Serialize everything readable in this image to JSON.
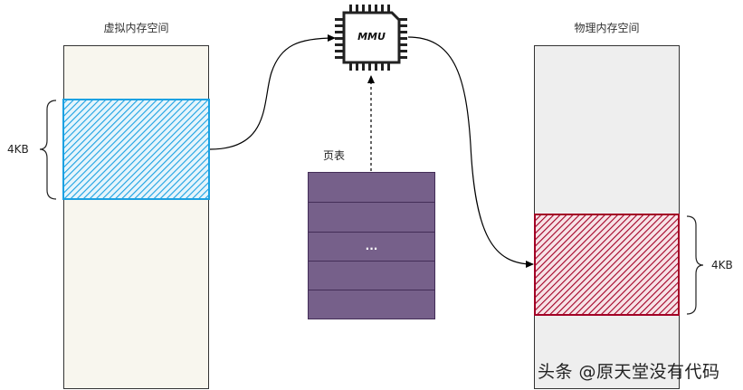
{
  "diagram": {
    "virtual_memory": {
      "title": "虚拟内存空间",
      "page_size_label": "4KB",
      "fill_color": "#f8f6ee",
      "page_color": "#1ba1e2"
    },
    "physical_memory": {
      "title": "物理内存空间",
      "page_size_label": "4KB",
      "fill_color": "#eeeeee",
      "page_color": "#a20025"
    },
    "mmu": {
      "label": "MMU",
      "icon": "chip-icon"
    },
    "page_table": {
      "title": "页表",
      "rows": [
        "",
        "",
        "...",
        "",
        ""
      ],
      "fill_color": "#76608a"
    },
    "connections": [
      {
        "from": "virtual-page",
        "to": "mmu",
        "style": "solid-arrow"
      },
      {
        "from": "mmu",
        "to": "physical-page",
        "style": "solid-arrow"
      },
      {
        "from": "page-table",
        "to": "mmu",
        "style": "dashed-arrow"
      }
    ],
    "watermark": "头条 @原天堂没有代码"
  }
}
